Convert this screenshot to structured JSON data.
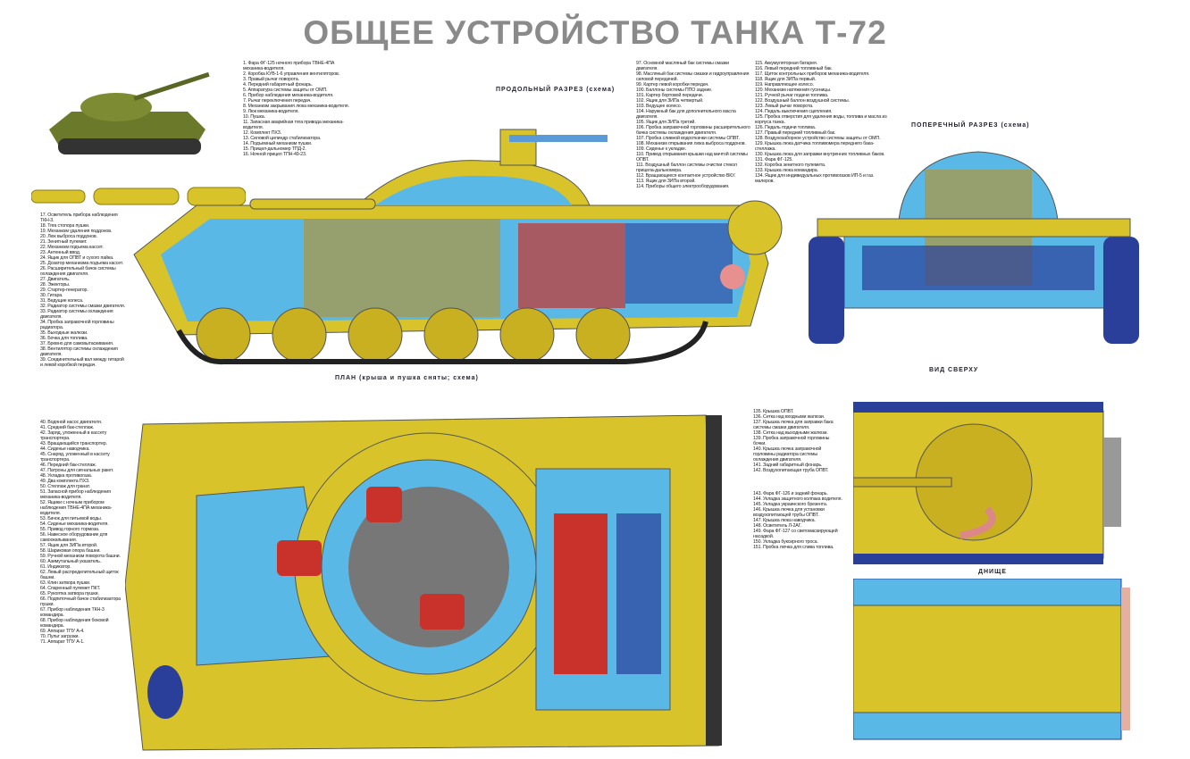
{
  "title": "ОБЩЕЕ УСТРОЙСТВО ТАНКА Т-72",
  "headings": {
    "longitudinal": "ПРОДОЛЬНЫЙ РАЗРЕЗ (схема)",
    "cross": "ПОПЕРЕЧНЫЙ РАЗРЕЗ (схема)",
    "plan": "ПЛАН (крыша и пушка сняты; схема)",
    "top": "ВИД СВЕРХУ",
    "bottom": "ДНИЩЕ"
  },
  "colors": {
    "hull": "#d8c42a",
    "interior_blue": "#5ab8e6",
    "engine_red": "#c8322a",
    "track": "#2a3f9a",
    "title_gray": "#8a8a8a"
  },
  "legend_1": [
    "1. Фара ФГ-125 ночного прибора ТВНЕ-4ПА механика-водителя.",
    "2. Коробка КУВ-1-6 управления вентиляторов.",
    "3. Правый рычаг поворота.",
    "4. Передний габаритный фонарь.",
    "5. Аппаратура системы защиты от ОМП.",
    "6. Прибор наблюдения механика-водителя.",
    "7. Рычаг переключения передач.",
    "8. Механизм закрывания люка механика-водителя.",
    "9. Люк механика-водителя.",
    "10. Пушка.",
    "11. Запасная аварийная тяга привода механика-водителя.",
    "12. Комплект ПХЗ.",
    "13. Силовой цилиндр стабилизатора.",
    "14. Подъемный механизм пушки.",
    "15. Прицел-дальномер ТПД-2.",
    "16. Ночной прицел ТПН-49-23."
  ],
  "legend_2": [
    "17. Осветитель прибора наблюдения ТКН-3.",
    "18. Тяга стопора пушки.",
    "19. Механизм удаления поддонов.",
    "20. Люк выброса поддонов.",
    "21. Зенитный пулемет.",
    "22. Механизм подъема кассет.",
    "23. Антенный ввод.",
    "24. Ящик для ОПВТ и сухого пайка.",
    "25. Дозатор механизма подъема кассет.",
    "26. Расширительный бачок системы охлаждения двигателя.",
    "27. Двигатель.",
    "28. Эжекторы.",
    "29. Стартер-генератор.",
    "30. Гитара.",
    "31. Ведущие колеса.",
    "32. Радиатор системы смазки двигателя.",
    "33. Радиатор системы охлаждения двигателя.",
    "34. Пробка заправочной горловины радиатора.",
    "35. Выходные жалюзи.",
    "36. Бочка для топлива.",
    "37. Бревно для самовытаскивания.",
    "38. Вентилятор системы охлаждения двигателя.",
    "39. Соединительный вал между гитарой и левой коробкой передач."
  ],
  "legend_3": [
    "40. Водяной насос двигателя.",
    "41. Средний бак-стеллаж.",
    "42. Заряд, уложенный в кассету транспортера.",
    "43. Вращающийся транспортер.",
    "44. Сиденье наводчика.",
    "45. Снаряд, уложенный в кассету транспортера.",
    "46. Передний бак-стеллаж.",
    "47. Патроны для сигнальных ракет.",
    "48. Укладка противогаза.",
    "49. Два комплекта ПХЗ.",
    "50. Стеллаж для гранат.",
    "51. Запасной прибор наблюдения механика-водителя.",
    "52. Ящики с ночным прибором наблюдения ТВНЕ-4ПА механика-водителя.",
    "53. Бачок для питьевой воды.",
    "54. Сиденье механика-водителя.",
    "55. Привод горного тормоза.",
    "56. Навесное оборудование для самоокапывания.",
    "57. Ящик для ЗИПа второй.",
    "58. Шариковая опора башни.",
    "59. Ручной механизм поворота башни.",
    "60. Азимутальный указатель.",
    "61. Индикатор.",
    "62. Левый распределительный щиток башни.",
    "63. Клин затвора пушки.",
    "64. Спаренный пулемет ПКТ.",
    "65. Рукоятка затвора пушки.",
    "66. Подпиточный бачок стабилизатора пушки.",
    "67. Прибор наблюдения ТКН-3 командира.",
    "68. Прибор наблюдения боковой командира.",
    "69. Аппарат ТПУ А-4.",
    "70. Пульт загрузки.",
    "71. Аппарат ТПУ А-1."
  ],
  "legend_4": [
    "97. Основной масляный бак системы смазки двигателя.",
    "98. Масляный бак системы смазки и гидроуправления силовой передачей.",
    "99. Картер левой коробки передач.",
    "100. Баллоны системы ППО задние.",
    "101. Картер бортовой передачи.",
    "102. Ящик для ЗИПа четвертый.",
    "103. Ведущее колесо.",
    "104. Наружный бак для дополнительного масла двигателя.",
    "105. Ящик для ЗИПа третий.",
    "106. Пробка заправочной горловины расширительного бачка системы охлаждения двигателя.",
    "107. Пробка сливной водооткачки системы ОПВТ.",
    "108. Механизм открывания люка выброса поддонов.",
    "109. Сиденье к укладке.",
    "110. Привод открывания крышки над мачтой системы ОПВТ.",
    "111. Воздушный баллон системы очистки стекол прицела-дальномера.",
    "112. Вращающееся контактное устройство ВКУ.",
    "113. Ящик для ЗИПа второй.",
    "114. Приборы общего электрооборудования."
  ],
  "legend_5": [
    "115. Аккумуляторная батарея.",
    "116. Левый передний топливный бак.",
    "117. Щиток контрольных приборов механика-водителя.",
    "118. Ящик для ЗИПа первый.",
    "119. Направляющее колесо.",
    "120. Механизм натяжения гусеницы.",
    "121. Ручной рычаг подачи топлива.",
    "122. Воздушный баллон воздушной системы.",
    "123. Левый рычаг поворота.",
    "124. Педаль выключения сцепления.",
    "125. Пробка отверстия для удаления воды, топлива и масла из корпуса танка.",
    "126. Педаль подачи топлива.",
    "127. Правый передний топливный бак.",
    "128. Воздухозаборное устройство системы защиты от ОМП.",
    "129. Крышка люка датчика топливомера переднего бака-стеллажа.",
    "130. Крышка люка для заправки внутренних топливных баков.",
    "131. Фара ФГ-125.",
    "132. Коробка зенитного пулемета.",
    "133. Крышка люка командира.",
    "134. Ящик для индивидуальных противогазов ИП-5 и газ. малеров."
  ],
  "legend_6": [
    "135. Крышка ОПВТ.",
    "136. Сетка над входными жалюзи.",
    "137. Крышка лючка для заправки бака системы смазки двигателя.",
    "138. Сетка над выходными жалюзи.",
    "139. Пробка заправочной горловины бочки.",
    "140. Крышка лючка заправочной горловины радиатора системы охлаждения двигателя.",
    "141. Задний габаритный фонарь.",
    "142. Воздухопитающая труба ОПВТ."
  ],
  "legend_7": [
    "143. Фара ФГ-126 и задний фонарь.",
    "144. Укладка защитного колпака водителя.",
    "145. Укладка украинского брезента.",
    "146. Крышка лючка для установки воздухопитающей трубы ОПВТ.",
    "147. Крышка люка наводчика.",
    "148. Осветитель Л-2АГ.",
    "149. Фара ФГ-127 со светомаскирующей насадкой.",
    "150. Укладка буксирного троса.",
    "151. Пробка лючка для слива топлива."
  ]
}
